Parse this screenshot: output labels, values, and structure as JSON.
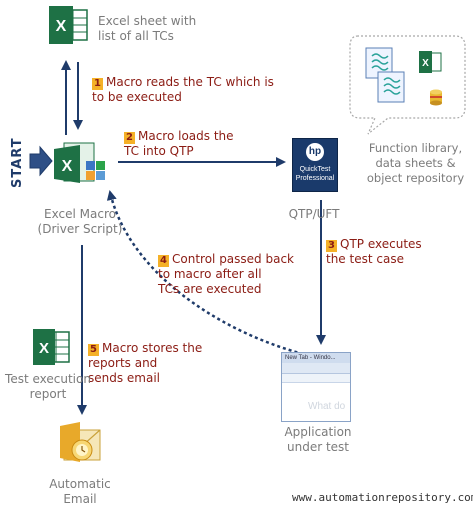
{
  "nodes": {
    "excel_sheet": "Excel sheet with\nlist of all TCs",
    "excel_macro": "Excel Macro\n(Driver Script)",
    "qtp": "QTP/UFT",
    "function_library": "Function library,\ndata sheets &\nobject repository",
    "test_report": "Test execution\nreport",
    "email": "Automatic\nEmail",
    "application": "Application\nunder test"
  },
  "start_label": "START",
  "steps": [
    {
      "num": "1",
      "text": "Macro reads the TC which  is\nto be executed"
    },
    {
      "num": "2",
      "text": "Macro loads the\nTC into QTP"
    },
    {
      "num": "3",
      "text": "QTP executes\nthe test case"
    },
    {
      "num": "4",
      "text": "Control passed back\nto macro after all\nTCs are executed"
    },
    {
      "num": "5",
      "text": "Macro stores the\nreports and\nsends email"
    }
  ],
  "icons": {
    "excel_letter": "X",
    "qtp_brand": "hp",
    "qtp_product": "QuickTest\nProfessional",
    "app_window_title": "New Tab - Windo...",
    "app_watermark": "What do"
  },
  "footer": "www.automationrepository.com",
  "colors": {
    "arrow": "#1f3b6a",
    "step_badge": "#f5b128",
    "step_text": "#8b1c14",
    "excel_green": "#1e7145",
    "label_gray": "#7b7b7b"
  }
}
